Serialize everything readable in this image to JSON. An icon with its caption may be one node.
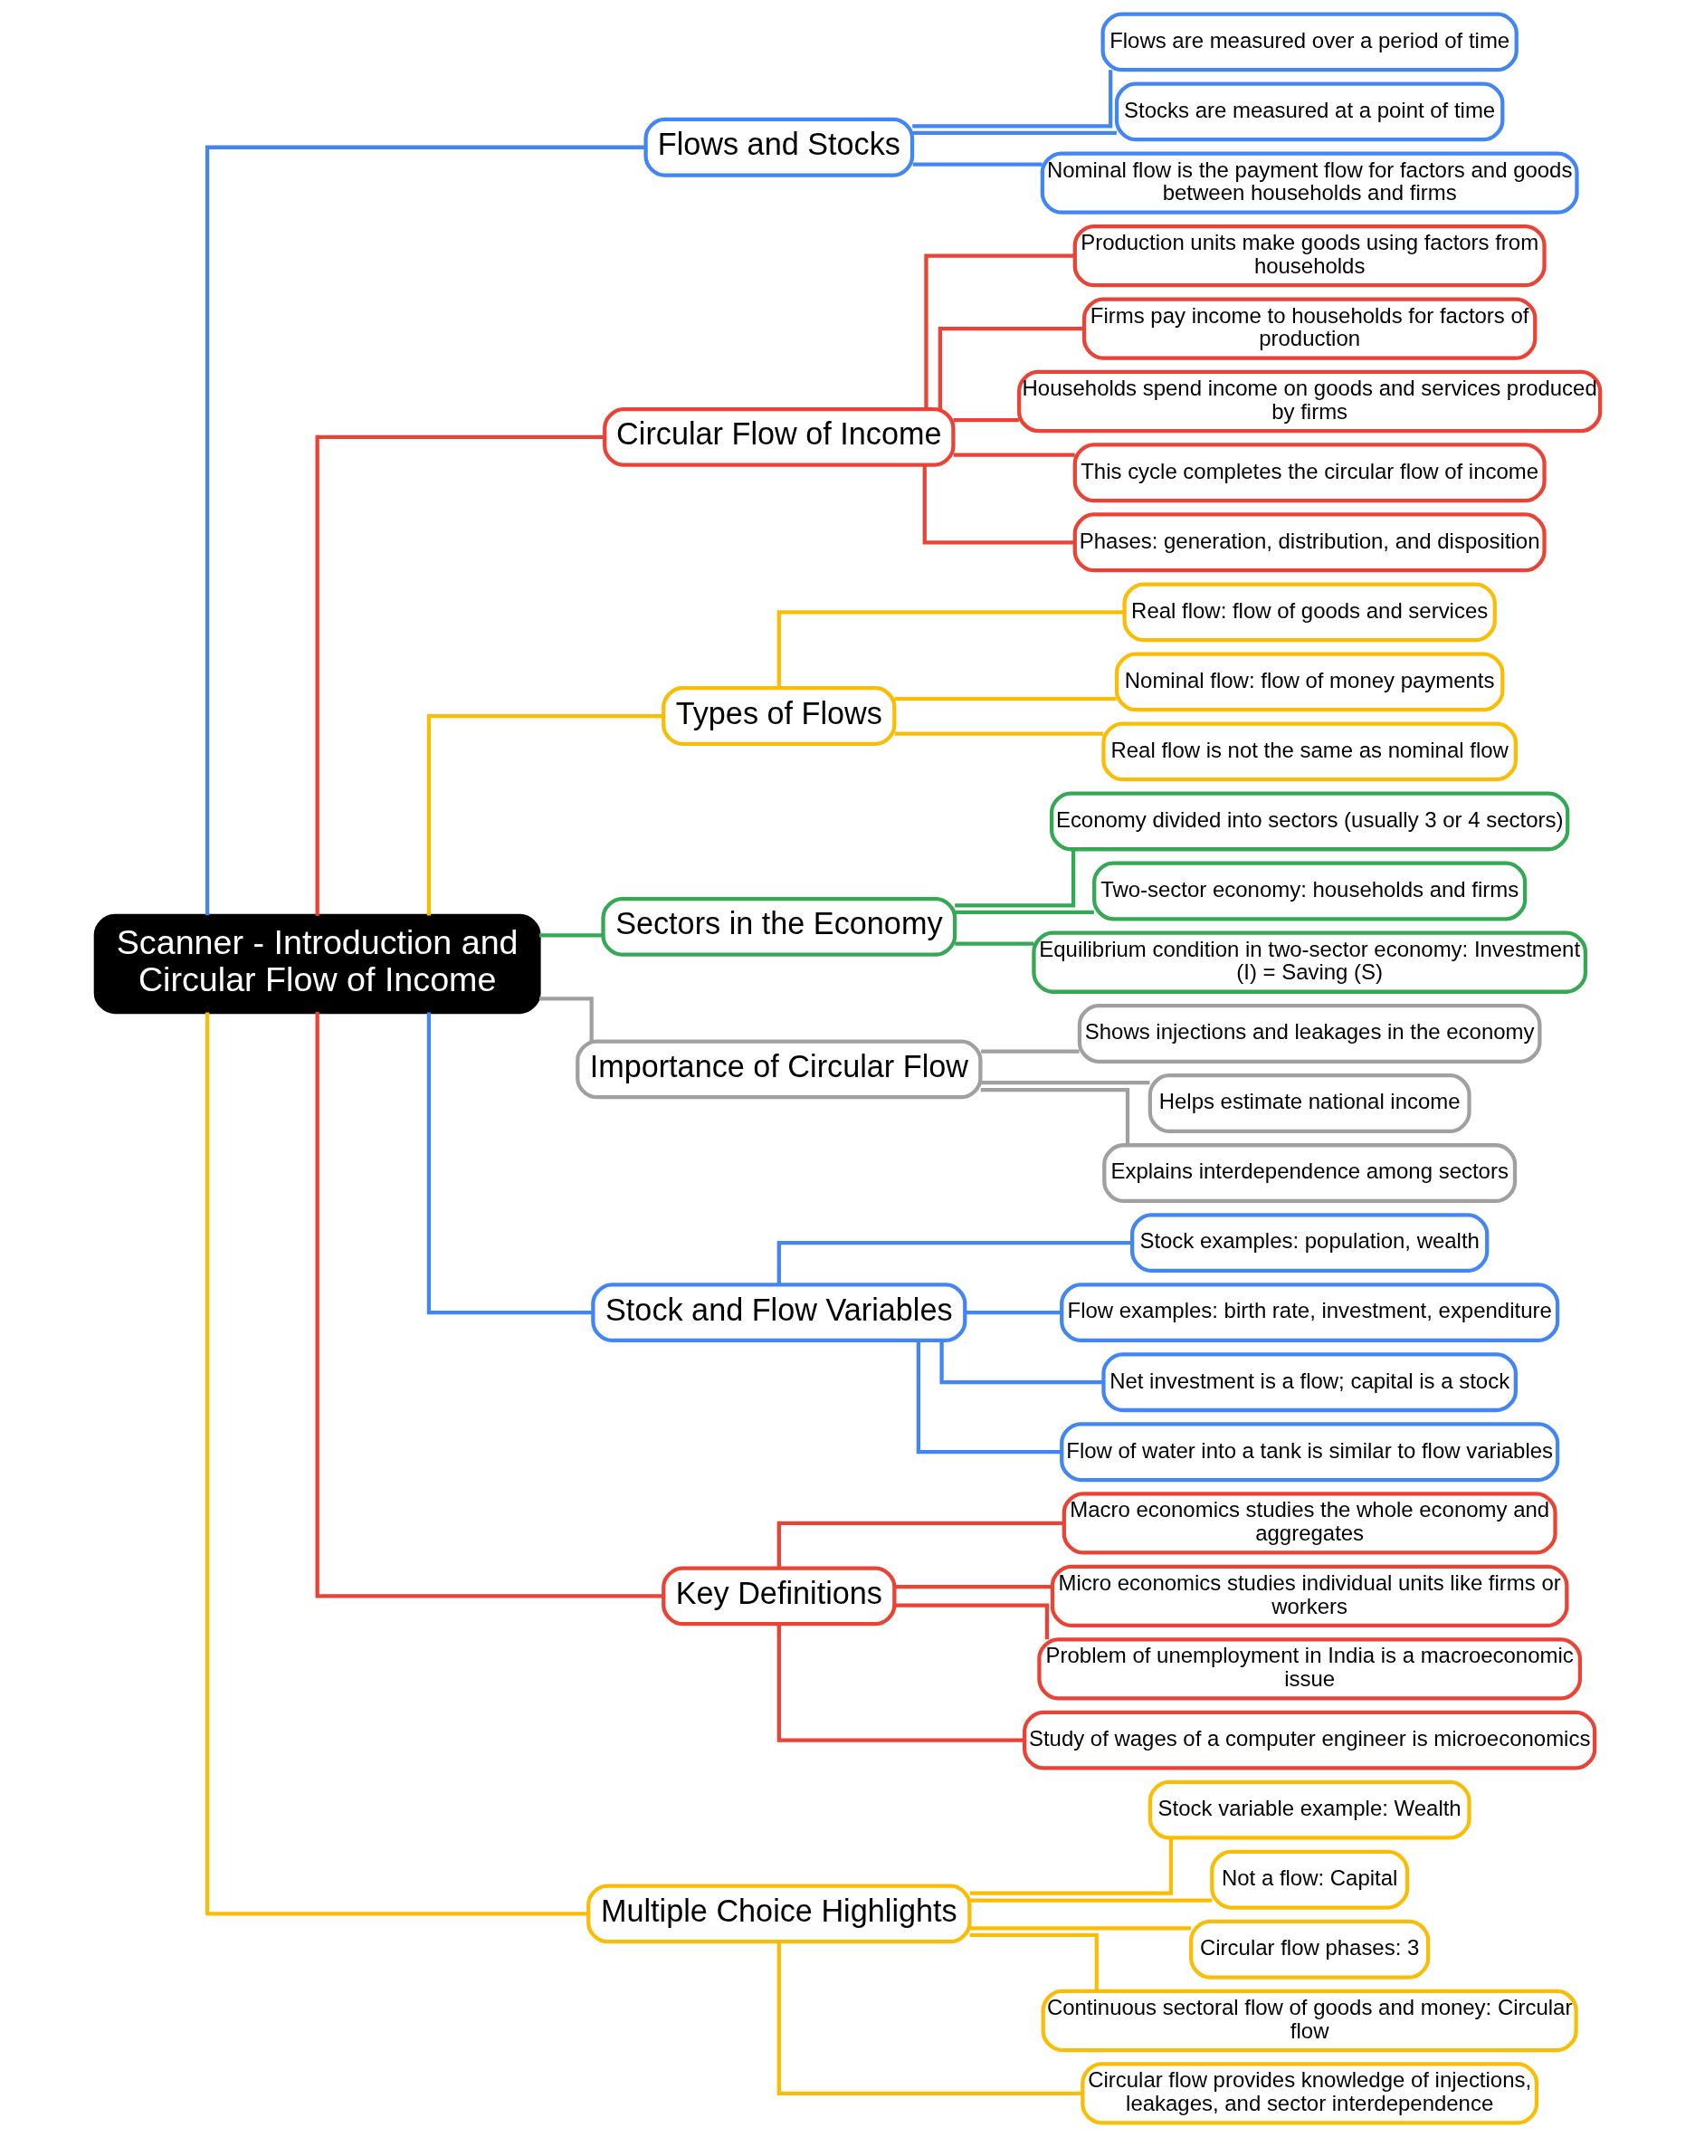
{
  "diagram": {
    "nodes": [
      {
        "text": [
          "Scanner - Introduction and Circular Flow of Income"
        ]
      },
      {
        "text": [
          "Flows and Stocks"
        ]
      },
      {
        "text": [
          "Flows are measured over a period of time"
        ]
      },
      {
        "text": [
          "Stocks are measured at a point of time"
        ]
      },
      {
        "text": [
          "Nominal flow is the payment flow for factors and goods between households and firms"
        ]
      },
      {
        "text": [
          "Circular Flow of Income"
        ]
      },
      {
        "text": [
          "Production units make goods using factors from households"
        ]
      },
      {
        "text": [
          "Firms pay income to households for factors of production"
        ]
      },
      {
        "text": [
          "Households spend income on goods and services produced by firms"
        ]
      },
      {
        "text": [
          "This cycle completes the circular flow of income"
        ]
      },
      {
        "text": [
          "Phases: generation, distribution, and disposition"
        ]
      },
      {
        "text": [
          "Types of Flows"
        ]
      },
      {
        "text": [
          "Real flow: flow of goods and services"
        ]
      },
      {
        "text": [
          "Nominal flow: flow of money payments"
        ]
      },
      {
        "text": [
          "Real flow is not the same as nominal flow"
        ]
      },
      {
        "text": [
          "Sectors in the Economy"
        ]
      },
      {
        "text": [
          "Economy divided into sectors (usually 3 or 4 sectors)"
        ]
      },
      {
        "text": [
          "Two-sector economy: households and firms"
        ]
      },
      {
        "text": [
          "Equilibrium condition in two-sector economy: Investment (I) = Saving (S)"
        ]
      },
      {
        "text": [
          "Importance of Circular Flow"
        ]
      },
      {
        "text": [
          "Shows injections and leakages in the economy"
        ]
      },
      {
        "text": [
          "Helps estimate national income"
        ]
      },
      {
        "text": [
          "Explains interdependence among sectors"
        ]
      },
      {
        "text": [
          "Stock and Flow Variables"
        ]
      },
      {
        "text": [
          "Stock examples: population, wealth"
        ]
      },
      {
        "text": [
          "Flow examples: birth rate, investment, expenditure"
        ]
      },
      {
        "text": [
          "Net investment is a flow; capital is a stock"
        ]
      },
      {
        "text": [
          "Flow of water into a tank is similar to flow variables"
        ]
      },
      {
        "text": [
          "Key Definitions"
        ]
      },
      {
        "text": [
          "Macro economics studies the whole economy and aggregates"
        ]
      },
      {
        "text": [
          "Micro economics studies individual units like firms or workers"
        ]
      },
      {
        "text": [
          "Problem of unemployment in India is a macroeconomic issue"
        ]
      },
      {
        "text": [
          "Study of wages of a computer engineer is microeconomics"
        ]
      },
      {
        "text": [
          "Multiple Choice Highlights"
        ]
      },
      {
        "text": [
          "Stock variable example: Wealth"
        ]
      },
      {
        "text": [
          "Not a flow: Capital"
        ]
      },
      {
        "text": [
          "Circular flow phases: 3"
        ]
      },
      {
        "text": [
          "Continuous sectoral flow of goods and money: Circular flow"
        ]
      },
      {
        "text": [
          "Circular flow provides knowledge of injections, leakages, and sector interdependence"
        ]
      }
    ],
    "edges": [
      {
        "from": 0,
        "to": 1,
        "arrow": "none",
        "color": "#4285f4"
      },
      {
        "from": 1,
        "to": 2,
        "arrow": "none",
        "color": "#4285f4"
      },
      {
        "from": 1,
        "to": 3,
        "arrow": "none",
        "color": "#4285f4"
      },
      {
        "from": 1,
        "to": 4,
        "arrow": "none",
        "color": "#4285f4"
      },
      {
        "from": 0,
        "to": 5,
        "arrow": "none",
        "color": "#ea4335"
      },
      {
        "from": 5,
        "to": 6,
        "arrow": "none",
        "color": "#ea4335"
      },
      {
        "from": 5,
        "to": 7,
        "arrow": "none",
        "color": "#ea4335"
      },
      {
        "from": 5,
        "to": 8,
        "arrow": "none",
        "color": "#ea4335"
      },
      {
        "from": 5,
        "to": 9,
        "arrow": "none",
        "color": "#ea4335"
      },
      {
        "from": 5,
        "to": 10,
        "arrow": "none",
        "color": "#ea4335"
      },
      {
        "from": 0,
        "to": 11,
        "arrow": "none",
        "color": "#fbbc04"
      },
      {
        "from": 11,
        "to": 12,
        "arrow": "none",
        "color": "#fbbc04"
      },
      {
        "from": 11,
        "to": 13,
        "arrow": "none",
        "color": "#fbbc04"
      },
      {
        "from": 11,
        "to": 14,
        "arrow": "none",
        "color": "#fbbc04"
      },
      {
        "from": 0,
        "to": 15,
        "arrow": "none",
        "color": "#34a853"
      },
      {
        "from": 15,
        "to": 16,
        "arrow": "none",
        "color": "#34a853"
      },
      {
        "from": 15,
        "to": 17,
        "arrow": "none",
        "color": "#34a853"
      },
      {
        "from": 15,
        "to": 18,
        "arrow": "none",
        "color": "#34a853"
      },
      {
        "from": 0,
        "to": 19,
        "arrow": "none",
        "color": "#a0a0a0"
      },
      {
        "from": 19,
        "to": 20,
        "arrow": "none",
        "color": "#a0a0a0"
      },
      {
        "from": 19,
        "to": 21,
        "arrow": "none",
        "color": "#a0a0a0"
      },
      {
        "from": 19,
        "to": 22,
        "arrow": "none",
        "color": "#a0a0a0"
      },
      {
        "from": 0,
        "to": 23,
        "arrow": "none",
        "color": "#4285f4"
      },
      {
        "from": 23,
        "to": 24,
        "arrow": "none",
        "color": "#4285f4"
      },
      {
        "from": 23,
        "to": 25,
        "arrow": "none",
        "color": "#4285f4"
      },
      {
        "from": 23,
        "to": 26,
        "arrow": "none",
        "color": "#4285f4"
      },
      {
        "from": 23,
        "to": 27,
        "arrow": "none",
        "color": "#4285f4"
      },
      {
        "from": 0,
        "to": 28,
        "arrow": "none",
        "color": "#ea4335"
      },
      {
        "from": 28,
        "to": 29,
        "arrow": "none",
        "color": "#ea4335"
      },
      {
        "from": 28,
        "to": 30,
        "arrow": "none",
        "color": "#ea4335"
      },
      {
        "from": 28,
        "to": 31,
        "arrow": "none",
        "color": "#ea4335"
      },
      {
        "from": 28,
        "to": 32,
        "arrow": "none",
        "color": "#ea4335"
      },
      {
        "from": 0,
        "to": 33,
        "arrow": "none",
        "color": "#fbbc04"
      },
      {
        "from": 33,
        "to": 34,
        "arrow": "none",
        "color": "#fbbc04"
      },
      {
        "from": 33,
        "to": 35,
        "arrow": "none",
        "color": "#fbbc04"
      },
      {
        "from": 33,
        "to": 36,
        "arrow": "none",
        "color": "#fbbc04"
      },
      {
        "from": 33,
        "to": 37,
        "arrow": "none",
        "color": "#fbbc04"
      },
      {
        "from": 33,
        "to": 38,
        "arrow": "none",
        "color": "#fbbc04"
      }
    ]
  }
}
